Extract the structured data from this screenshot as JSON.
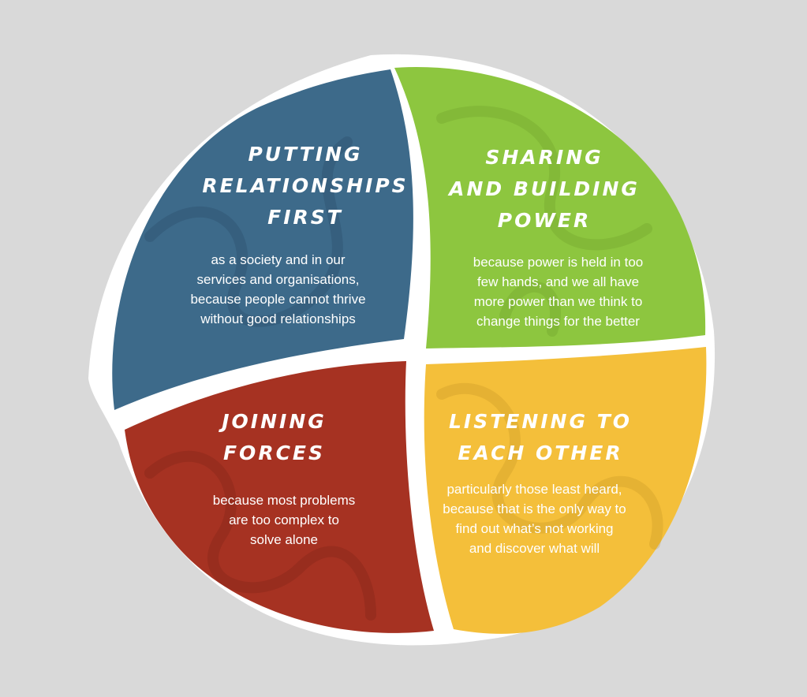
{
  "colors": {
    "background": "#d9d9d9",
    "outline": "#ffffff",
    "relationships": "#3d6a8a",
    "power": "#8dc63f",
    "joining": "#a63222",
    "listening": "#f4bf3a",
    "text": "#ffffff"
  },
  "quadrants": {
    "relationships": {
      "title": "Putting\nrelationships\nfirst",
      "body": "as a society and in our\nservices and organisations,\nbecause people cannot thrive\nwithout good relationships"
    },
    "power": {
      "title": "Sharing\nand building\npower",
      "body": "because power is held in too\nfew hands, and we all have\nmore power than we think to\nchange things for the better"
    },
    "joining": {
      "title": "Joining\nforces",
      "body": "because most problems\nare too complex to\nsolve alone"
    },
    "listening": {
      "title": "Listening to\neach other",
      "body": "particularly those least heard,\nbecause that is the only way to\nfind out what’s not working\nand discover what will"
    }
  }
}
